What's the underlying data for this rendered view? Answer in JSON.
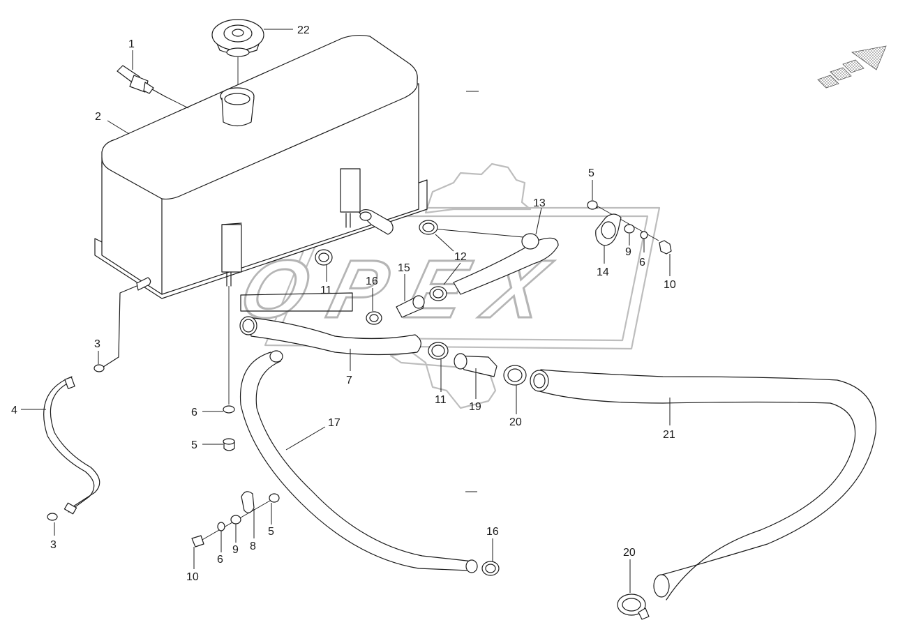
{
  "watermark": {
    "text": "OPEX"
  },
  "callouts": [
    {
      "id": "c1",
      "label": "1"
    },
    {
      "id": "c2",
      "label": "2"
    },
    {
      "id": "c22",
      "label": "22"
    },
    {
      "id": "c3a",
      "label": "3"
    },
    {
      "id": "c3b",
      "label": "3"
    },
    {
      "id": "c4",
      "label": "4"
    },
    {
      "id": "c5a",
      "label": "5"
    },
    {
      "id": "c5b",
      "label": "5"
    },
    {
      "id": "c5c",
      "label": "5"
    },
    {
      "id": "c6a",
      "label": "6"
    },
    {
      "id": "c6b",
      "label": "6"
    },
    {
      "id": "c6c",
      "label": "6"
    },
    {
      "id": "c7",
      "label": "7"
    },
    {
      "id": "c8",
      "label": "8"
    },
    {
      "id": "c9a",
      "label": "9"
    },
    {
      "id": "c9b",
      "label": "9"
    },
    {
      "id": "c10a",
      "label": "10"
    },
    {
      "id": "c10b",
      "label": "10"
    },
    {
      "id": "c11a",
      "label": "11"
    },
    {
      "id": "c11b",
      "label": "11"
    },
    {
      "id": "c12",
      "label": "12"
    },
    {
      "id": "c13",
      "label": "13"
    },
    {
      "id": "c14",
      "label": "14"
    },
    {
      "id": "c15",
      "label": "15"
    },
    {
      "id": "c16a",
      "label": "16"
    },
    {
      "id": "c16b",
      "label": "16"
    },
    {
      "id": "c17",
      "label": "17"
    },
    {
      "id": "c19",
      "label": "19"
    },
    {
      "id": "c20a",
      "label": "20"
    },
    {
      "id": "c20b",
      "label": "20"
    },
    {
      "id": "c21",
      "label": "21"
    }
  ]
}
